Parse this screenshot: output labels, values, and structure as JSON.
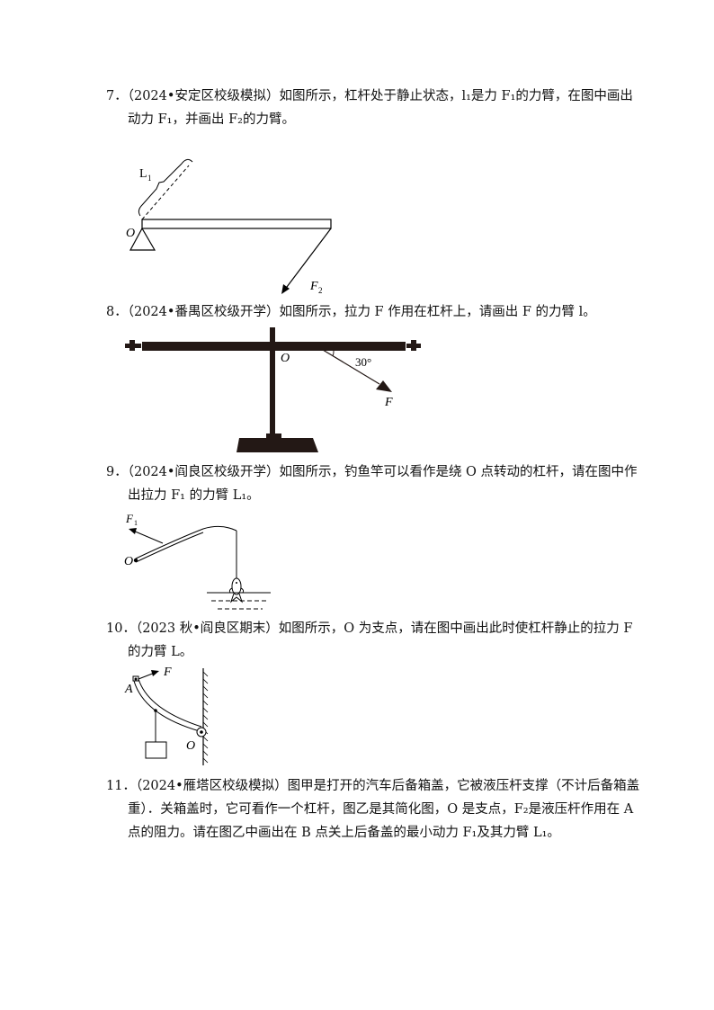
{
  "questions": [
    {
      "number": "7．",
      "source": "（2024•安定区校级模拟）",
      "line1": "如图所示，杠杆处于静止状态，l₁是力 F₁的力臂，在图中画出",
      "line2": "动力 F₁，并画出 F₂的力臂。",
      "figure": {
        "label_L": "L",
        "label_L_sub": "1",
        "label_O": "O",
        "label_F": "F",
        "label_F_sub": "2"
      }
    },
    {
      "number": "8．",
      "source": "（2024•番禺区校级开学）",
      "line1": "如图所示，拉力 F 作用在杠杆上，请画出 F 的力臂 l。",
      "figure": {
        "label_O": "O",
        "label_angle": "30°",
        "label_F": "F"
      }
    },
    {
      "number": "9．",
      "source": "（2024•阎良区校级开学）",
      "line1": "如图所示，钓鱼竿可以看作是绕 O 点转动的杠杆，请在图中作",
      "line2": "出拉力 F₁ 的力臂 L₁。",
      "figure": {
        "label_F": "F",
        "label_F_sub": "1",
        "label_O": "O"
      }
    },
    {
      "number": "10．",
      "source": "（2023 秋•阎良区期末）",
      "line1": "如图所示，O 为支点，请在图中画出此时使杠杆静止的拉力 F",
      "line2": "的力臂 L。",
      "figure": {
        "label_A": "A",
        "label_F": "F",
        "label_O": "O"
      }
    },
    {
      "number": "11．",
      "source": "（2024•雁塔区校级模拟）",
      "line1": "图甲是打开的汽车后备箱盖，它被液压杆支撑（不计后备箱盖",
      "line2": "重）．关箱盖时，它可看作一个杠杆，图乙是其简化图，O 是支点，F₂是液压杆作用在 A",
      "line3": "点的阻力。请在图乙中画出在 B 点关上后备盖的最小动力 F₁及其力臂 L₁。"
    }
  ]
}
